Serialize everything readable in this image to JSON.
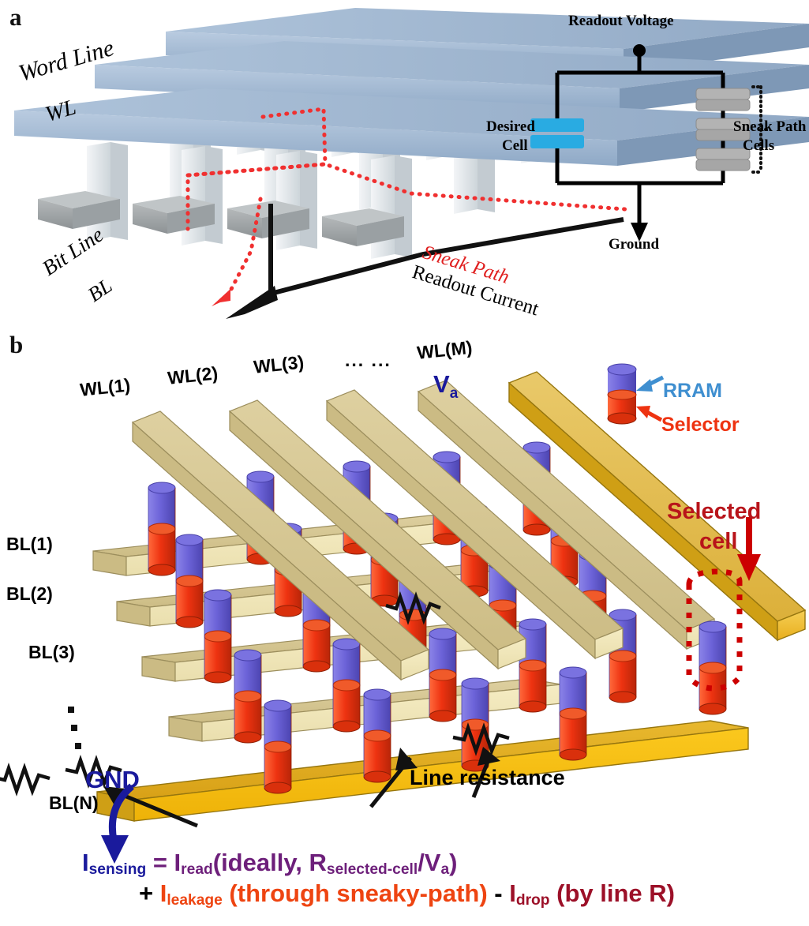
{
  "figure": {
    "panel_a_letter": "a",
    "panel_b_letter": "b"
  },
  "panel_a": {
    "word_line_label": "Word Line",
    "word_line_short": "WL",
    "bit_line_label": "Bit Line",
    "bit_line_short": "BL",
    "sneak_path_label": "Sneak Path",
    "readout_current_label": "Readout Current",
    "circuit": {
      "readout_voltage": "Readout Voltage",
      "ground": "Ground",
      "desired_cell_line1": "Desired",
      "desired_cell_line2": "Cell",
      "sneak_cells_line1": "Sneak Path",
      "sneak_cells_line2": "Cells",
      "desired_cell_color": "#29ABE2",
      "sneak_cell_color": "#A6A6A6"
    }
  },
  "panel_b": {
    "word_lines": [
      "WL(1)",
      "WL(2)",
      "WL(3)",
      "WL(M)"
    ],
    "word_line_ellipsis": "... ...",
    "bit_lines": [
      "BL(1)",
      "BL(2)",
      "BL(3)",
      "BL(N)"
    ],
    "applied_voltage": "V",
    "applied_voltage_sub": "a",
    "ground_label": "GND",
    "legend": {
      "rram_label": "RRAM",
      "selector_label": "Selector",
      "rram_color": "#6C63D8",
      "selector_color": "#EE3311"
    },
    "selected_cell_line1": "Selected",
    "selected_cell_line2": "cell",
    "line_resistance_label": "Line resistance",
    "selected_highlight_color": "#CC0000",
    "wordline_color": "#E6A817",
    "bitline_color": "#E8D79B"
  },
  "equation": {
    "line1": [
      {
        "text": "I",
        "color": "navy",
        "sub": "sensing"
      },
      {
        "text": " = ",
        "color": "purple"
      },
      {
        "text": "I",
        "color": "purple",
        "sub": "read"
      },
      {
        "text": "(ideally, ",
        "color": "purple"
      },
      {
        "text": "R",
        "color": "purple",
        "sub": "selected-cell"
      },
      {
        "text": "/V",
        "color": "purple",
        "sub": "a"
      },
      {
        "text": ")",
        "color": "purple"
      }
    ],
    "line2": [
      {
        "text": "+ ",
        "color": "black"
      },
      {
        "text": "I",
        "color": "orange",
        "sub": "leakage"
      },
      {
        "text": " (through sneaky-path)",
        "color": "orange"
      },
      {
        "text": " - ",
        "color": "black"
      },
      {
        "text": "I",
        "color": "maroon",
        "sub": "drop"
      },
      {
        "text": " (by line R)",
        "color": "maroon"
      }
    ],
    "plain_text": "I_sensing = I_read(ideally, R_selected-cell/V_a) + I_leakage (through sneaky-path) - I_drop (by line R)"
  }
}
